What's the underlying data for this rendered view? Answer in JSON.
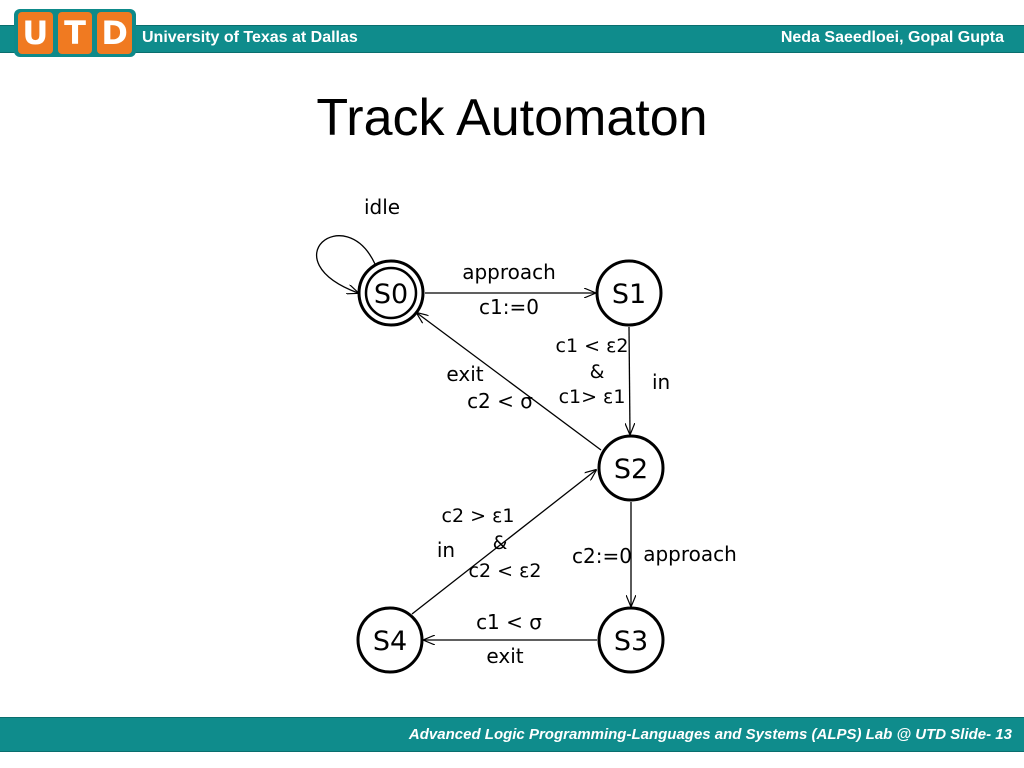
{
  "header": {
    "logo_letters": [
      "U",
      "T",
      "D"
    ],
    "left_text": "University of Texas at Dallas",
    "right_text": "Neda Saeedloei, Gopal Gupta",
    "bar_color": "#0f8c8c",
    "logo_color": "#f07a21"
  },
  "slide": {
    "title": "Track Automaton"
  },
  "diagram": {
    "states": [
      "S0",
      "S1",
      "S2",
      "S3",
      "S4"
    ],
    "initial_state": "S0",
    "transitions": [
      {
        "from": "S0",
        "to": "S0",
        "action": "idle"
      },
      {
        "from": "S0",
        "to": "S1",
        "action": "approach",
        "update": "c1:=0"
      },
      {
        "from": "S1",
        "to": "S2",
        "action": "in",
        "guard": [
          "c1 < ε2",
          "&",
          "c1> ε1"
        ]
      },
      {
        "from": "S2",
        "to": "S0",
        "action": "exit",
        "guard": [
          "c2 < σ"
        ]
      },
      {
        "from": "S2",
        "to": "S3",
        "action": "approach",
        "update": "c2:=0"
      },
      {
        "from": "S3",
        "to": "S4",
        "action": "exit",
        "guard": [
          "c1 < σ"
        ]
      },
      {
        "from": "S4",
        "to": "S2",
        "action": "in",
        "guard": [
          "c2 > ε1",
          "&",
          "c2 < ε2"
        ]
      }
    ]
  },
  "footer": {
    "text": "Advanced Logic Programming-Languages and Systems (ALPS) Lab @ UTD  Slide- 13"
  }
}
